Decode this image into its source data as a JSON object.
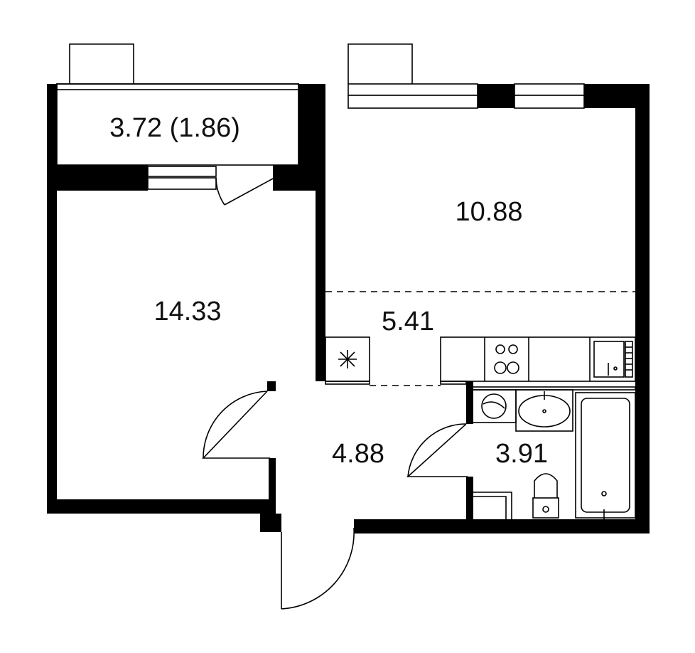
{
  "colors": {
    "wall": "#000000",
    "background": "#ffffff",
    "text": "#111111"
  },
  "rooms": {
    "balcony": {
      "area_label": "3.72 (1.86)"
    },
    "kitchen_living": {
      "area_label": "10.88"
    },
    "kitchen_zone": {
      "area_label": "5.41"
    },
    "bedroom": {
      "area_label": "14.33"
    },
    "hallway": {
      "area_label": "4.88"
    },
    "bathroom": {
      "area_label": "3.91"
    }
  },
  "fixtures": [
    "ventilation-icon",
    "stove-icon",
    "kitchen-sink-icon",
    "washing-machine-icon",
    "washbasin-icon",
    "bathtub-icon",
    "toilet-icon"
  ]
}
